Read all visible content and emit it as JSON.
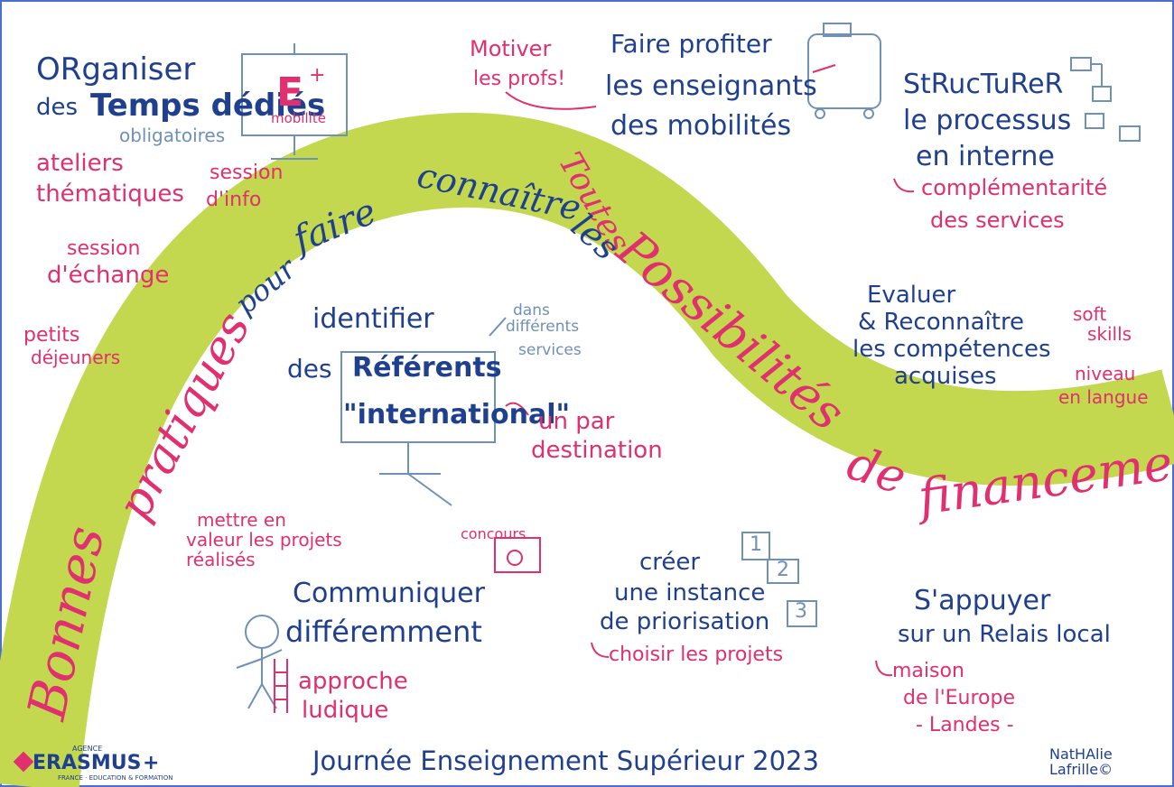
{
  "colors": {
    "band": "#c3d74f",
    "blue": "#1f3f8f",
    "pink": "#e0306f",
    "grey": "#6f90b8",
    "border": "#4a6fd0"
  },
  "banner": {
    "bonnes": "Bonnes",
    "pratiques": "pratiques",
    "pour": "pour",
    "faire": "faire",
    "connaitre": "connaître",
    "toutes": "Toutes",
    "les": "les",
    "possibilites": "Possibilités",
    "de": "de",
    "financement": "financement"
  },
  "blocks": {
    "organiser": {
      "l1": "ORganiser",
      "l2": "des",
      "l3": "Temps dédiés",
      "l4": "obligatoires"
    },
    "board": {
      "letter": "E",
      "plus": "+",
      "sub": "mobilité"
    },
    "ateliers": {
      "l1": "ateliers",
      "l2": "thématiques"
    },
    "session_info": {
      "l1": "session",
      "l2": "d'info"
    },
    "session_echange": {
      "l1": "session",
      "l2": "d'échange"
    },
    "petits": {
      "l1": "petits",
      "l2": "déjeuners"
    },
    "motiver": {
      "l1": "Motiver",
      "l2": "les profs!"
    },
    "faire_profiter": {
      "l1": "Faire profiter",
      "l2": "les enseignants",
      "l3": "des mobilités"
    },
    "structurer": {
      "l1": "StRucTuReR",
      "l2": "le processus",
      "l3": "en interne",
      "l4": "complémentarité",
      "l5": "des services"
    },
    "identifier": {
      "l1": "identifier",
      "l2": "des",
      "l3": "Référents",
      "l4": "\"international\"",
      "note1": "dans",
      "note2": "différents",
      "note3": "services",
      "dest1": "un par",
      "dest2": "destination"
    },
    "evaluer": {
      "l1": "Evaluer",
      "l2": "& Reconnaître",
      "l3": "les compétences",
      "l4": "acquises",
      "s1": "soft",
      "s2": "skills",
      "n1": "niveau",
      "n2": "en langue"
    },
    "mettre": {
      "l1": "mettre en",
      "l2": "valeur les projets",
      "l3": "réalisés"
    },
    "concours": {
      "label": "concours"
    },
    "communiquer": {
      "l1": "Communiquer",
      "l2": "différemment",
      "a1": "approche",
      "a2": "ludique"
    },
    "creer": {
      "l1": "créer",
      "l2": "une instance",
      "l3": "de priorisation",
      "l4": "choisir les projets",
      "n1": "1",
      "n2": "2",
      "n3": "3"
    },
    "appuyer": {
      "l1": "S'appuyer",
      "l2": "sur un Relais local",
      "m1": "maison",
      "m2": "de l'Europe",
      "m3": "- Landes -"
    }
  },
  "footer": {
    "title": "Journée Enseignement Supérieur 2023",
    "logo_agence": "AGENCE",
    "logo_name": "ERASMUS",
    "logo_plus": "+",
    "logo_sub": "FRANCE · EDUCATION & FORMATION",
    "signature": "NatHAlie Lafrille©"
  }
}
